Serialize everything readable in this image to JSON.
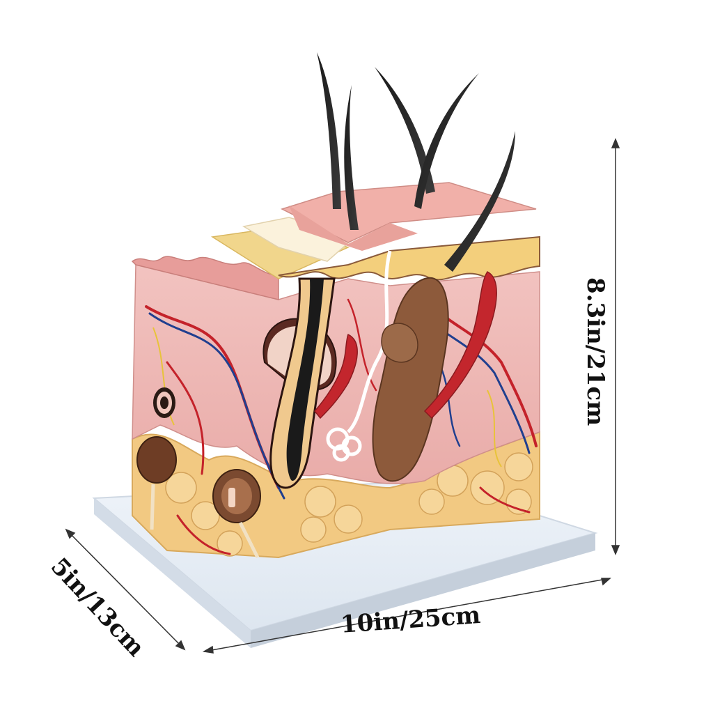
{
  "image": {
    "subject": "skin-model",
    "dimensions": {
      "width": "10in/25cm",
      "height": "8.3in/21cm",
      "depth": "5in/13cm"
    }
  }
}
